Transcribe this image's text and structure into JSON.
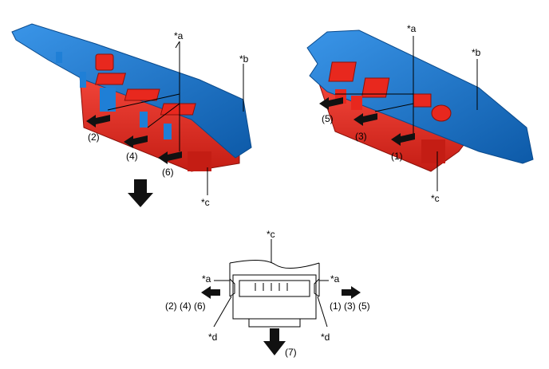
{
  "labels": {
    "a": "*a",
    "b": "*b",
    "c": "*c",
    "d": "*d"
  },
  "steps": {
    "s1": "(1)",
    "s2": "(2)",
    "s3": "(3)",
    "s4": "(4)",
    "s5": "(5)",
    "s6": "(6)",
    "s7": "(7)",
    "left_group": "(2) (4) (6)",
    "right_group": "(1) (3) (5)"
  },
  "colors": {
    "panel_blue": "#1f7fd6",
    "panel_blue_dark": "#0d5aa8",
    "switch_red": "#e8281e",
    "switch_red_dark": "#b31912"
  }
}
